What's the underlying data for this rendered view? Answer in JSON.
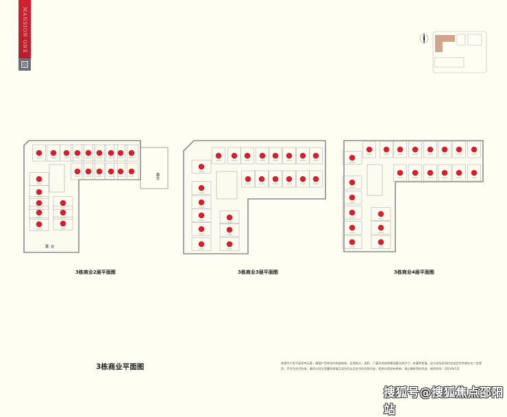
{
  "brand": {
    "name": "MANSION ONE",
    "color": "#d3202c"
  },
  "floor_plans": [
    {
      "caption": "3栋商业2层平面图",
      "terrace_labels": [
        "露台",
        "露台"
      ]
    },
    {
      "caption": "3栋商业3层平面图"
    },
    {
      "caption": "3栋商业4层平面图"
    }
  ],
  "title": "3栋商业平面图",
  "footnote": "本楼为户型平面参考示意，精细户型单位的局部结构，区域划分，面积，门窗及其他附属设备及其尺寸，有着等差值，会与实际合同约定或交付实物存在一定差异，不作为交付标准，最终以双方签署的房屋买卖合同以及交付的实物为准，相关内容如有更新，请以最新资料为准，制作时间：2024年1月",
  "watermark": "搜狐号@搜狐焦点邵阳站",
  "colors": {
    "marker": "#d3202c",
    "highlight_building": "#d4a48c",
    "wall": "#8a8a8a"
  }
}
